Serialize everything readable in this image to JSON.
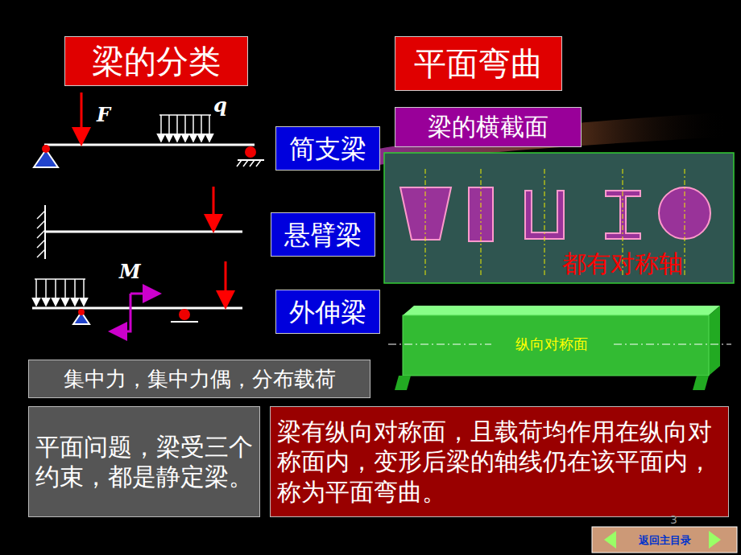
{
  "diagram": {
    "nodes": [
      {
        "text": [
          "梁的分类"
        ]
      },
      {
        "text": [
          "平面弯曲"
        ]
      },
      {
        "text": [
          "简支梁"
        ]
      },
      {
        "text": [
          "梁的横截面"
        ]
      },
      {
        "text": [
          "都有对称轴"
        ]
      },
      {
        "text": [
          "悬臂梁"
        ]
      },
      {
        "text": [
          "外伸梁"
        ]
      },
      {
        "text": [
          "纵向对称面"
        ]
      },
      {
        "text": [
          "集中力，集中力偶，分布载荷"
        ]
      },
      {
        "text": [
          "平面问题，梁受三个约束，都是静定梁。"
        ]
      },
      {
        "text": [
          "梁有纵向对称面，且载荷均作用在纵向对称面内，变形后梁的轴线仍在该平面内，称为平面弯曲。"
        ]
      },
      {
        "text": [
          "返回主目录"
        ]
      }
    ],
    "labels": [
      "F",
      "q",
      "M",
      "3"
    ]
  }
}
